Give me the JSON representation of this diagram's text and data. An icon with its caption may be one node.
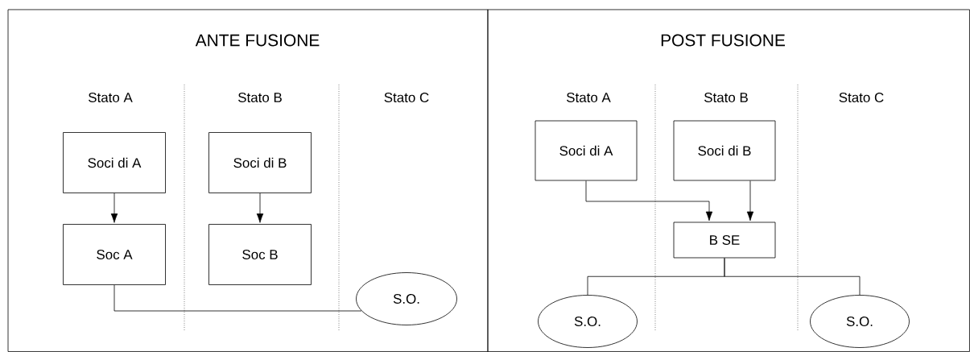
{
  "diagram": {
    "nodes": [
      {
        "text": [
          "ANTE FUSIONE"
        ]
      },
      {
        "text": [
          "Soci di A"
        ],
        "in": 0
      },
      {
        "text": [
          "Soci di B"
        ],
        "in": 0
      },
      {
        "text": [
          "Soc A"
        ],
        "in": 0
      },
      {
        "text": [
          "Soc B"
        ],
        "in": 0
      },
      {
        "text": [
          "S.O."
        ],
        "in": 0
      },
      {
        "text": [
          "POST FUSIONE"
        ]
      },
      {
        "text": [
          "Soci di A"
        ],
        "in": 6
      },
      {
        "text": [
          "Soci di B"
        ],
        "in": 6
      },
      {
        "text": [
          "B SE"
        ],
        "in": 6
      },
      {
        "text": [
          "S.O."
        ],
        "in": 6
      },
      {
        "text": [
          "S.O."
        ],
        "in": 6
      }
    ],
    "edges": [
      {
        "from": 1,
        "to": 3,
        "arrow": "to"
      },
      {
        "from": 2,
        "to": 4,
        "arrow": "to"
      },
      {
        "from": 3,
        "to": 5,
        "arrow": "none"
      },
      {
        "from": 7,
        "to": 9,
        "arrow": "to"
      },
      {
        "from": 8,
        "to": 9,
        "arrow": "to"
      },
      {
        "from": 9,
        "to": 10,
        "arrow": "none"
      },
      {
        "from": 9,
        "to": 11,
        "arrow": "none"
      }
    ],
    "labels": [
      "Stato A",
      "Stato B",
      "Stato C",
      "Stato A",
      "Stato B",
      "Stato C"
    ]
  }
}
